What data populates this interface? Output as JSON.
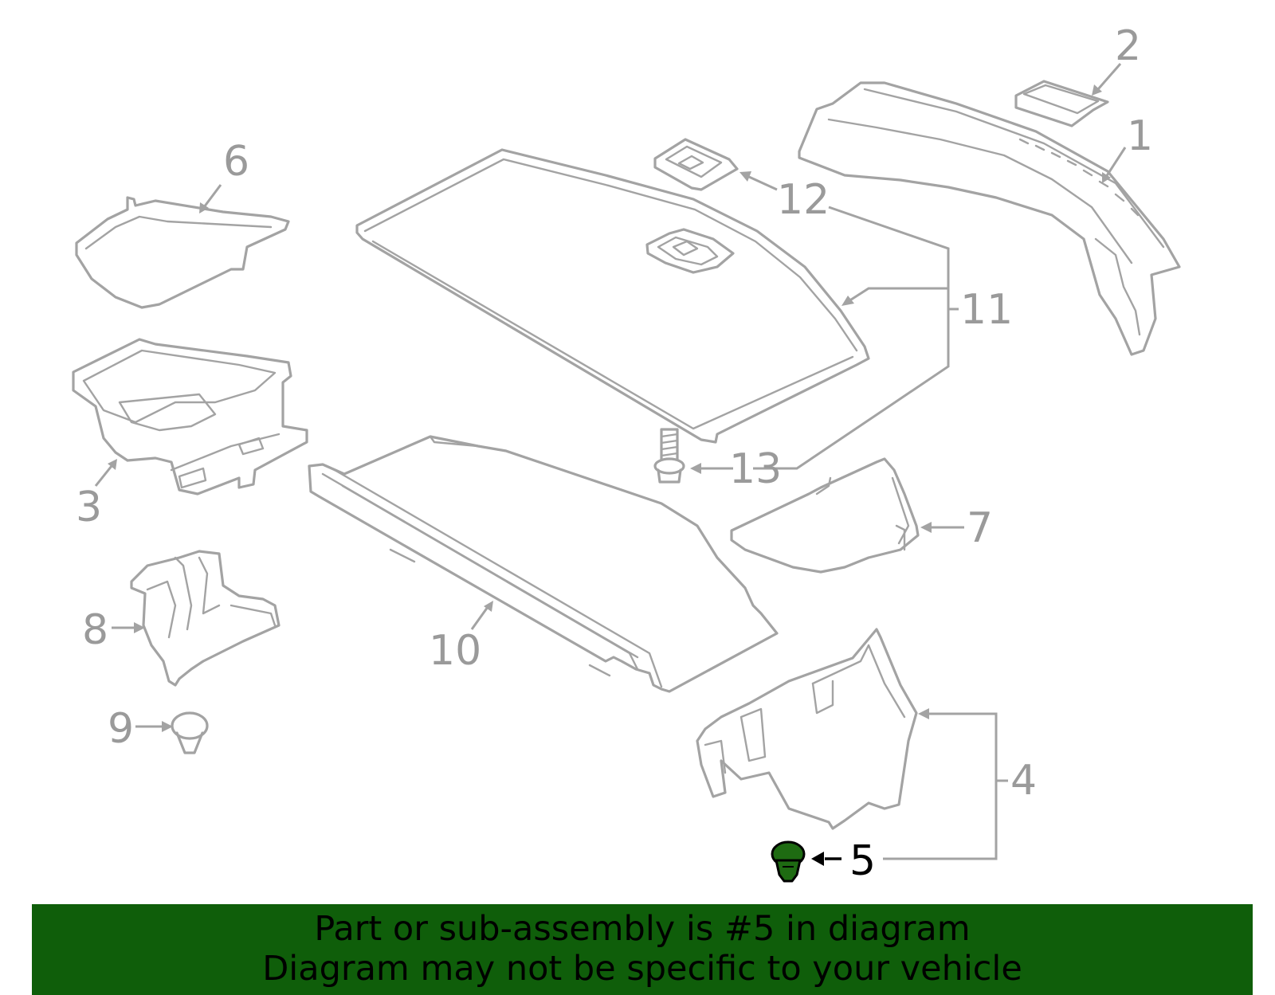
{
  "colors": {
    "line": "#a3a3a3",
    "callout_text": "#9a9a9a",
    "highlight_part": "#1e6b12",
    "banner_background": "#0f5e0a",
    "banner_text": "#000000"
  },
  "callouts": [
    "1",
    "2",
    "3",
    "4",
    "5",
    "6",
    "7",
    "8",
    "9",
    "10",
    "11",
    "12",
    "13"
  ],
  "highlighted_callout": "5",
  "banner": {
    "line1": "Part or sub-assembly is #5 in diagram",
    "line2": "Diagram may not be specific to your vehicle"
  }
}
